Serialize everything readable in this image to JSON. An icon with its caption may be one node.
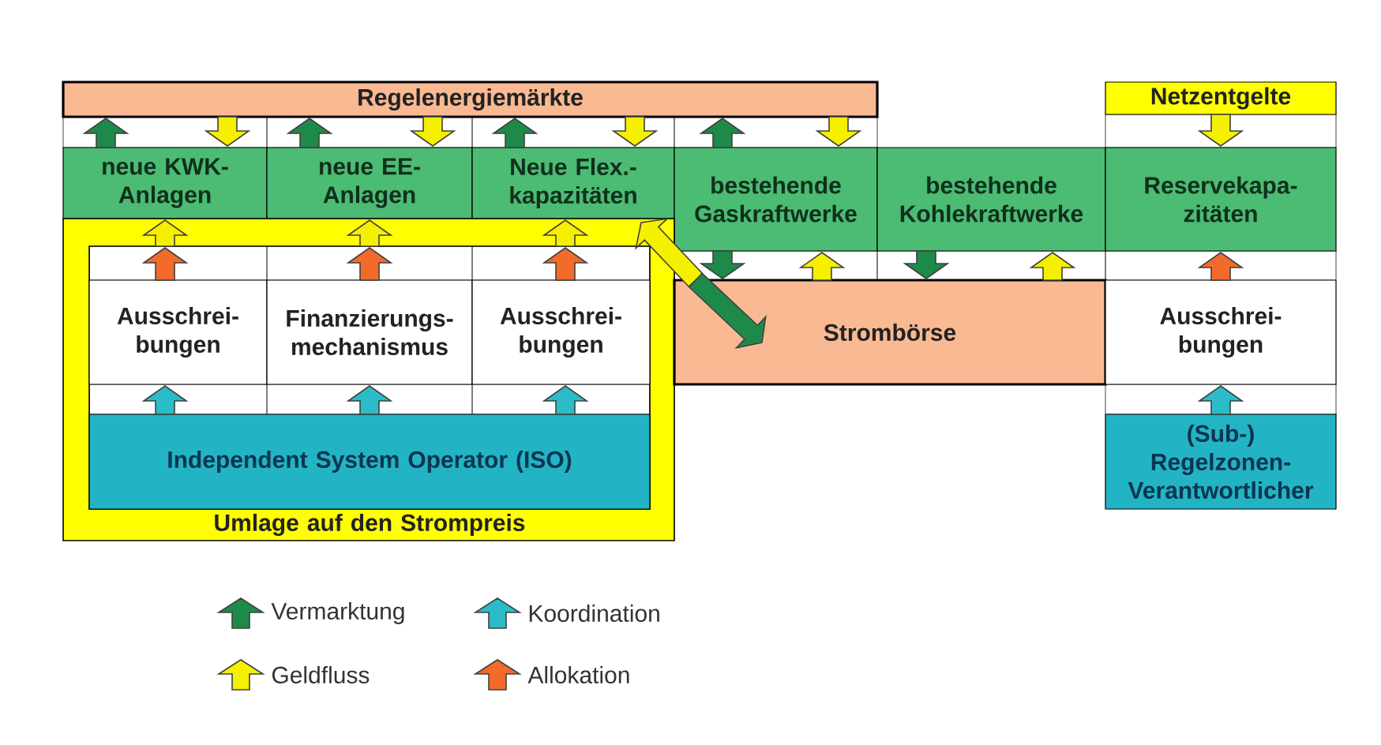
{
  "diagram": {
    "nodes": [
      {
        "text": [
          "Regelenergiemärkte"
        ]
      },
      {
        "text": [
          "Netzentgelte"
        ]
      },
      {
        "text": [
          "neue KWK- Anlagen"
        ]
      },
      {
        "text": [
          "neue EE- Anlagen"
        ]
      },
      {
        "text": [
          "Neue Flex.- kapazitäten"
        ]
      },
      {
        "text": [
          "bestehende Gaskraftwerke"
        ]
      },
      {
        "text": [
          "bestehende Kohlekraftwerke"
        ]
      },
      {
        "text": [
          "Reservekapa- zitäten"
        ]
      },
      {
        "text": [
          "Umlage auf den Strompreis"
        ]
      },
      {
        "text": [
          "Ausschrei- bungen"
        ],
        "in": 8
      },
      {
        "text": [
          "Finanzierungs- mechanismus"
        ],
        "in": 8
      },
      {
        "text": [
          "Ausschrei- bungen"
        ],
        "in": 8
      },
      {
        "text": [
          "Independent System Operator (ISO)"
        ],
        "in": 8
      },
      {
        "text": [
          "Strombörse"
        ]
      },
      {
        "text": [
          "Ausschrei- bungen"
        ]
      },
      {
        "text": [
          "(Sub-) Regelzonen- Verantwortlicher"
        ]
      }
    ],
    "edges": [
      {
        "from": 2,
        "to": 0,
        "arrow": "to",
        "color": "#1e8a4a"
      },
      {
        "from": 0,
        "to": 2,
        "arrow": "to",
        "color": "#f5ef00"
      },
      {
        "from": 3,
        "to": 0,
        "arrow": "to",
        "color": "#1e8a4a"
      },
      {
        "from": 0,
        "to": 3,
        "arrow": "to",
        "color": "#f5ef00"
      },
      {
        "from": 4,
        "to": 0,
        "arrow": "to",
        "color": "#1e8a4a"
      },
      {
        "from": 0,
        "to": 4,
        "arrow": "to",
        "color": "#f5ef00"
      },
      {
        "from": 5,
        "to": 0,
        "arrow": "to",
        "color": "#1e8a4a"
      },
      {
        "from": 0,
        "to": 5,
        "arrow": "to",
        "color": "#f5ef00"
      },
      {
        "from": 1,
        "to": 7,
        "arrow": "to",
        "color": "#f5ef00"
      },
      {
        "from": 8,
        "to": 2,
        "arrow": "to",
        "color": "#f5ef00"
      },
      {
        "from": 8,
        "to": 3,
        "arrow": "to",
        "color": "#f5ef00"
      },
      {
        "from": 8,
        "to": 4,
        "arrow": "to",
        "color": "#f5ef00"
      },
      {
        "from": 9,
        "to": 2,
        "arrow": "to",
        "color": "#f26b2a"
      },
      {
        "from": 10,
        "to": 3,
        "arrow": "to",
        "color": "#f26b2a"
      },
      {
        "from": 11,
        "to": 4,
        "arrow": "to",
        "color": "#f26b2a"
      },
      {
        "from": 12,
        "to": 9,
        "arrow": "to",
        "color": "#2bbcc8"
      },
      {
        "from": 12,
        "to": 10,
        "arrow": "to",
        "color": "#2bbcc8"
      },
      {
        "from": 12,
        "to": 11,
        "arrow": "to",
        "color": "#2bbcc8"
      },
      {
        "from": 5,
        "to": 13,
        "arrow": "to",
        "color": "#1e8a4a"
      },
      {
        "from": 13,
        "to": 5,
        "arrow": "to",
        "color": "#f5ef00"
      },
      {
        "from": 6,
        "to": 13,
        "arrow": "to",
        "color": "#1e8a4a"
      },
      {
        "from": 13,
        "to": 6,
        "arrow": "to",
        "color": "#f5ef00"
      },
      {
        "from": 14,
        "to": 7,
        "arrow": "to",
        "color": "#f26b2a"
      },
      {
        "from": 15,
        "to": 14,
        "arrow": "to",
        "color": "#2bbcc8"
      },
      {
        "from": 13,
        "to": 4,
        "arrow": "to",
        "color": "#f5ef00"
      },
      {
        "from": 4,
        "to": 13,
        "arrow": "to",
        "color": "#1e8a4a"
      }
    ],
    "legend": [
      {
        "text": "Vermarktung",
        "color": "#1e8a4a"
      },
      {
        "text": "Koordination",
        "color": "#2bbcc8"
      },
      {
        "text": "Geldfluss",
        "color": "#f5ef00"
      },
      {
        "text": "Allokation",
        "color": "#f26b2a"
      }
    ]
  }
}
